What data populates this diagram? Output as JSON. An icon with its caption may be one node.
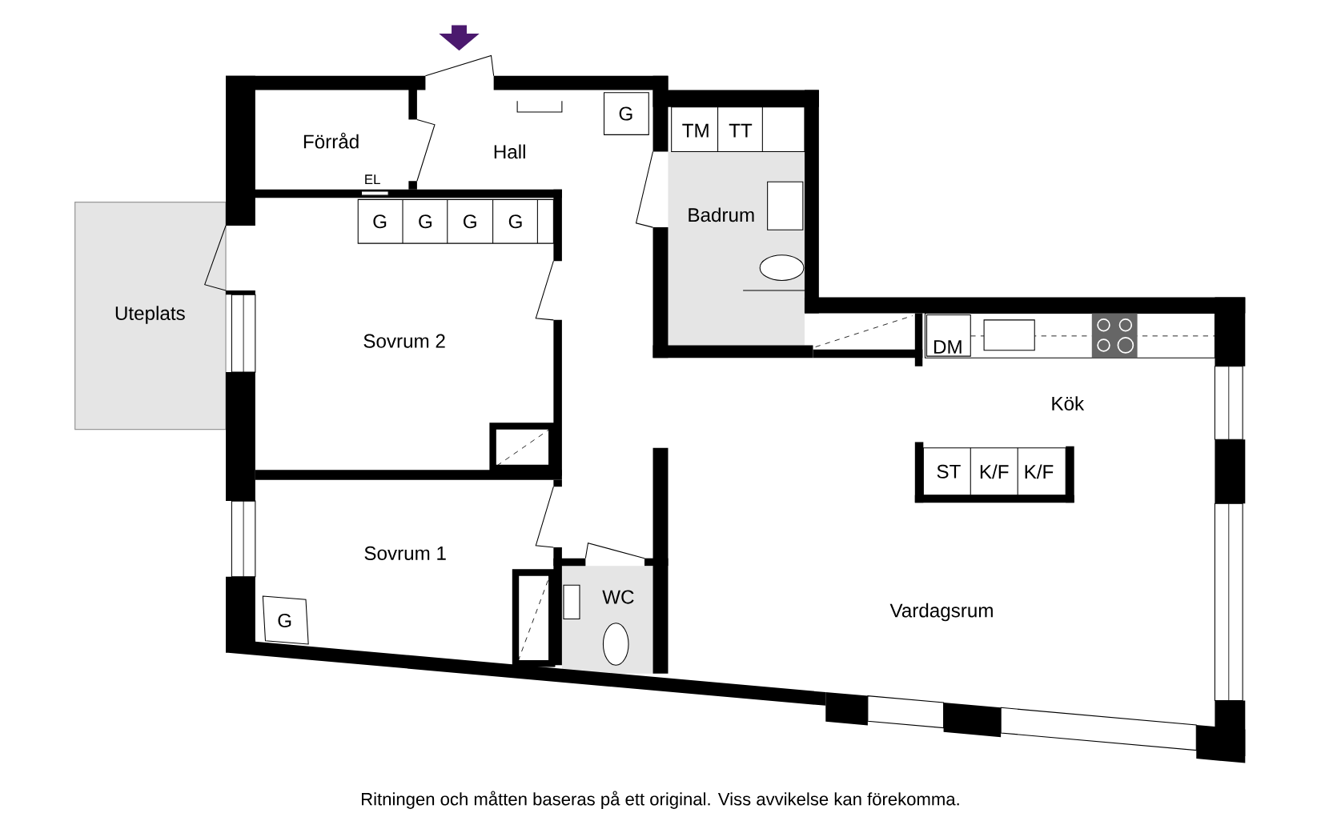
{
  "diagram": {
    "caption": "Ritningen och måtten baseras på ett original. Viss avvikelse kan förekomma.",
    "labels": [
      "Förråd",
      "Hall",
      "G",
      "TM",
      "TT",
      "EL",
      "Badrum",
      "G",
      "G",
      "G",
      "G",
      "Uteplats",
      "Sovrum 2",
      "DM",
      "Kök",
      "ST",
      "K/F",
      "K/F",
      "Sovrum 1",
      "WC",
      "G",
      "Vardagsrum"
    ]
  }
}
